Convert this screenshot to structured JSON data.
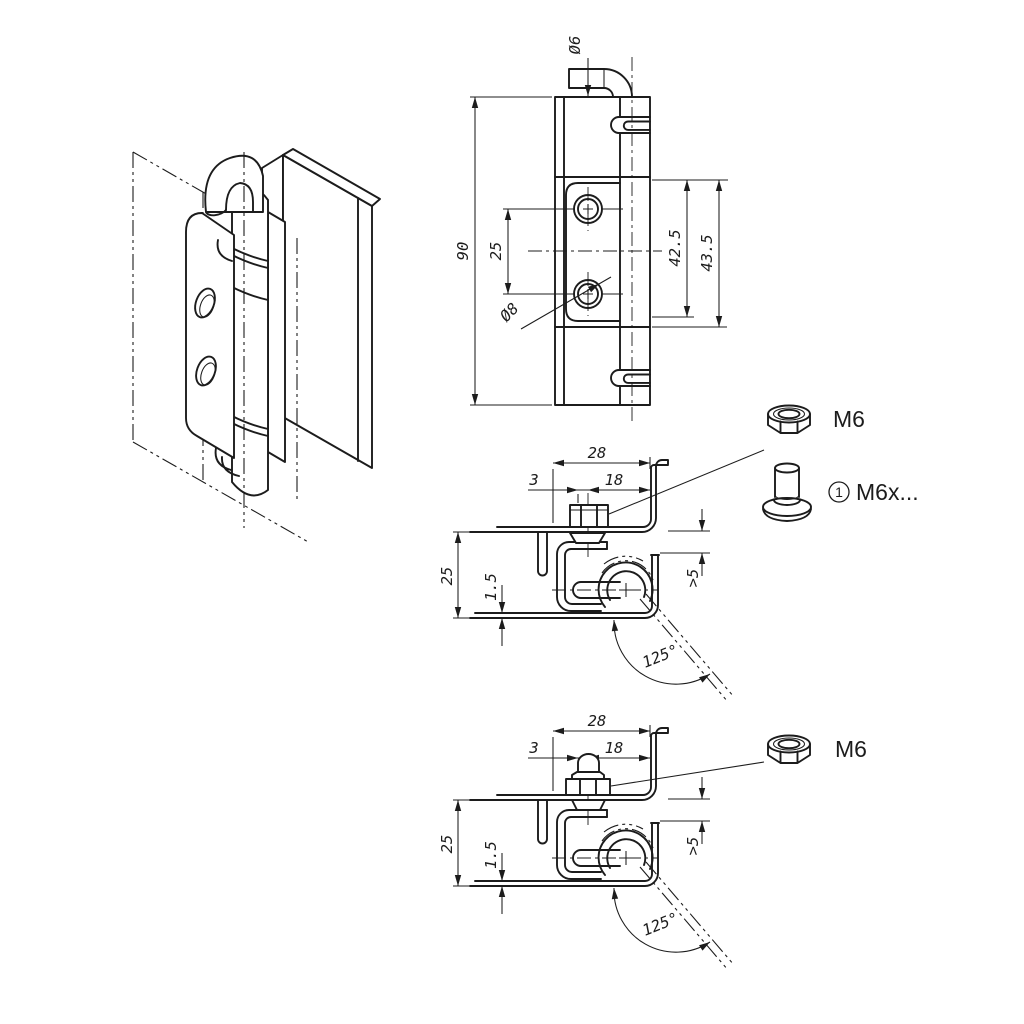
{
  "drawing": {
    "type": "technical-drawing",
    "subject": "sheet-metal cabinet hinge",
    "colors": {
      "line": "#1c1c1c",
      "background": "#ffffff"
    },
    "front_view": {
      "pin_diameter": "Ø6",
      "overall_height": "90",
      "hole_spacing": "25",
      "pin_center_distance": "42.5",
      "edge_distance": "43.5",
      "hole_diameter": "Ø8"
    },
    "section_upper": {
      "overall_width": "28",
      "edge_offset": "3",
      "hole_spacing": "18",
      "profile_depth": "25",
      "sheet_thickness": "1.5",
      "clearance": ">5",
      "opening_angle": "125°"
    },
    "section_lower": {
      "overall_width": "28",
      "edge_offset": "3",
      "hole_spacing": "18",
      "profile_depth": "25",
      "sheet_thickness": "1.5",
      "clearance": ">5",
      "opening_angle": "125°"
    },
    "callouts": {
      "nut_upper": "M6",
      "screw_marker": "1",
      "screw_label": "M6x...",
      "nut_lower": "M6"
    }
  }
}
